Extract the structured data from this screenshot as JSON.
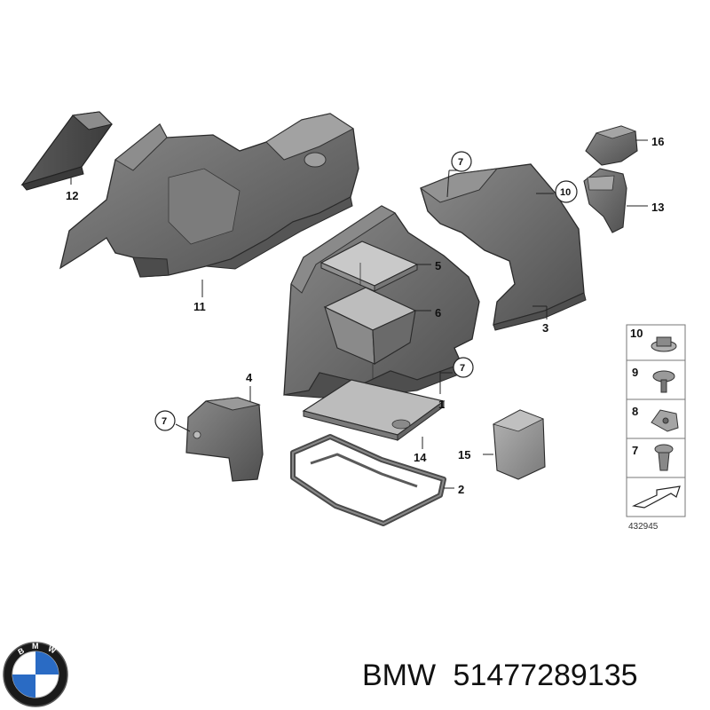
{
  "diagram": {
    "parts": [
      {
        "id": "part-1",
        "label": "1"
      },
      {
        "id": "part-2",
        "label": "2"
      },
      {
        "id": "part-3",
        "label": "3"
      },
      {
        "id": "part-4",
        "label": "4"
      },
      {
        "id": "part-5",
        "label": "5"
      },
      {
        "id": "part-6",
        "label": "6"
      },
      {
        "id": "part-11",
        "label": "11"
      },
      {
        "id": "part-12",
        "label": "12"
      },
      {
        "id": "part-13",
        "label": "13"
      },
      {
        "id": "part-14",
        "label": "14"
      },
      {
        "id": "part-15",
        "label": "15"
      },
      {
        "id": "part-16",
        "label": "16"
      }
    ],
    "fastener_ref": "7",
    "clip_ref": "10",
    "legend": [
      {
        "label": "10",
        "icon": "nut-icon"
      },
      {
        "label": "9",
        "icon": "screw-icon"
      },
      {
        "label": "8",
        "icon": "clip-nut-icon"
      },
      {
        "label": "7",
        "icon": "expanding-rivet-icon"
      }
    ],
    "diagram_number": "432945"
  },
  "caption": {
    "brand": "BMW",
    "part_number": "51477289135"
  },
  "colors": {
    "part_fill": "#6e6e6e",
    "part_dark": "#4a4a4a",
    "part_light": "#9a9a9a",
    "outline": "#2a2a2a"
  }
}
